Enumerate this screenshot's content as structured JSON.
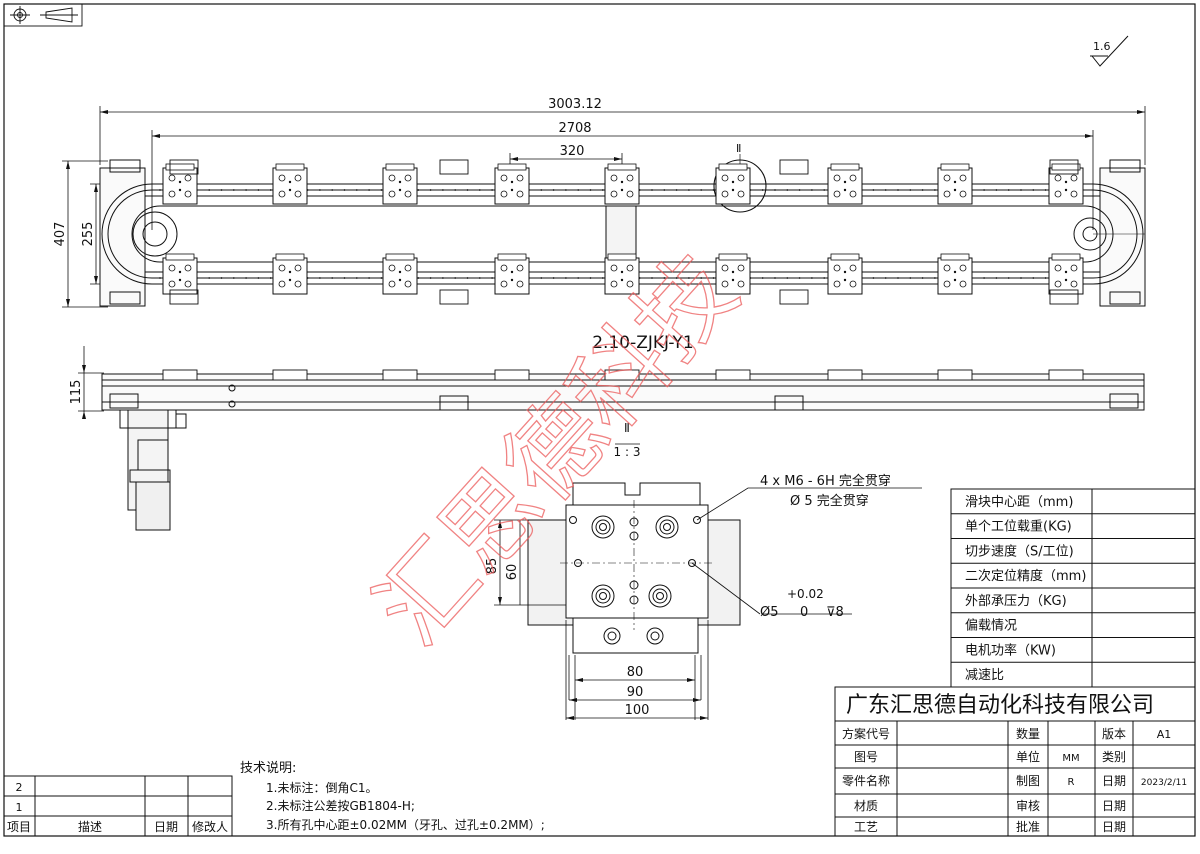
{
  "top_view": {
    "dim_overall": "3003.12",
    "dim_pitch_total": "2708",
    "dim_station_pitch": "320",
    "dim_height": "407",
    "dim_inner": "255",
    "detail_marker": "Ⅱ"
  },
  "side_view": {
    "title": "2.10-ZJKJ-Y1",
    "dim_height": "115"
  },
  "detail": {
    "marker": "Ⅱ",
    "scale": "1 : 3",
    "note_holes_1": "4 x  M6 - 6H 完全贯穿",
    "note_holes_2": "Ø 5 完全贯穿",
    "tol_upper": "+0.02",
    "pin_note_dia": "Ø5",
    "pin_note_lower": "0",
    "pin_note_depth": "⊽8",
    "dim_85": "85",
    "dim_60": "60",
    "dim_80": "80",
    "dim_90": "90",
    "dim_100": "100"
  },
  "roughness": "1.6",
  "specs": [
    {
      "label": "滑块中心距（mm)",
      "value": ""
    },
    {
      "label": "单个工位载重(KG)",
      "value": ""
    },
    {
      "label": "切步速度（S/工位)",
      "value": ""
    },
    {
      "label": "二次定位精度（mm)",
      "value": ""
    },
    {
      "label": "外部承压力（KG)",
      "value": ""
    },
    {
      "label": "偏载情况",
      "value": ""
    },
    {
      "label": "电机功率（KW)",
      "value": ""
    },
    {
      "label": "减速比",
      "value": ""
    }
  ],
  "title_block": {
    "company": "广东汇思德自动化科技有限公司",
    "scheme_code": "方案代号",
    "quantity": "数量",
    "version": "版本",
    "version_val": "A1",
    "drawing_no": "图号",
    "unit": "单位",
    "unit_val": "MM",
    "category": "类别",
    "part_name": "零件名称",
    "drafter": "制图",
    "drafter_val": "R",
    "date": "日期",
    "date_val": "2023/2/11",
    "material": "材质",
    "reviewer": "审核",
    "process": "工艺",
    "approver": "批准"
  },
  "tech_notes": {
    "heading": "技术说明:",
    "lines": [
      "1.未标注：倒角C1。",
      "2.未标注公差按GB1804-H;",
      "3.所有孔中心距±0.02MM（牙孔、过孔±0.2MM）;"
    ]
  },
  "revision_block": {
    "rows": [
      "2",
      "1"
    ],
    "headers": [
      "项目",
      "描述",
      "日期",
      "修改人"
    ]
  },
  "watermark": "汇思德科技"
}
